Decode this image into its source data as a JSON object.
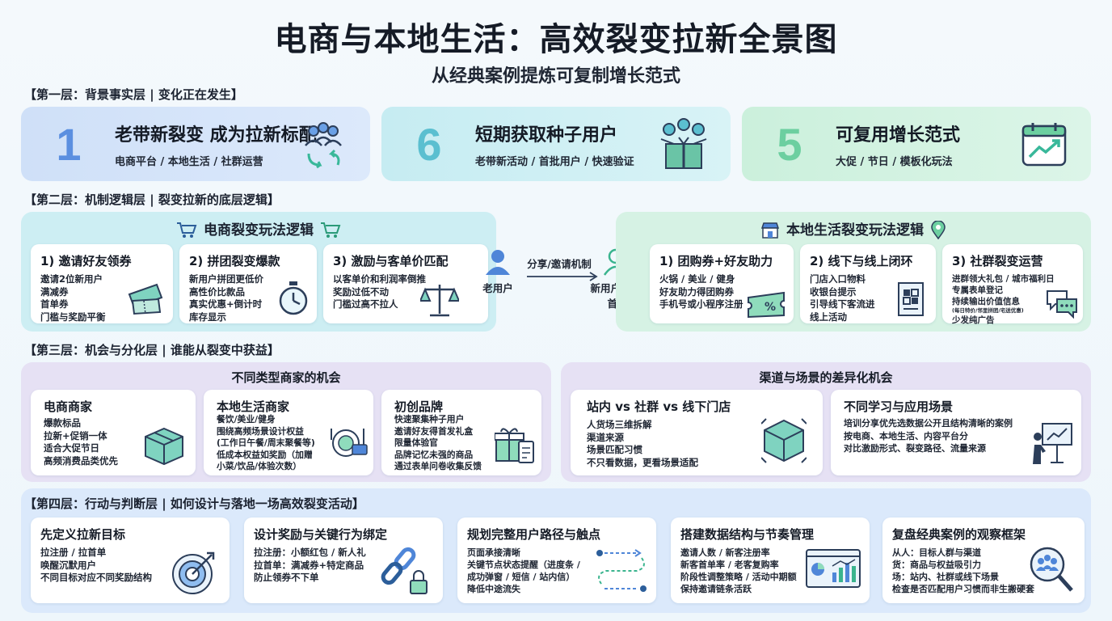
{
  "title": "电商与本地生活：高效裂变拉新全景图",
  "subtitle": "从经典案例提炼可复制增长范式",
  "layer1": {
    "label": "【第一层：背景事实层 | 变化正在发生】",
    "cards": [
      {
        "num": "1",
        "title": "老带新裂变 成为拉新标配",
        "sub": "电商平台 / 本地生活 / 社群运营",
        "icon": "users-cycle-icon"
      },
      {
        "num": "6",
        "title": "短期获取种子用户",
        "sub": "老带新活动 / 首批用户 / 快速验证",
        "icon": "gift-box-users-icon"
      },
      {
        "num": "5",
        "title": "可复用增长范式",
        "sub": "大促 / 节日 / 模板化玩法",
        "icon": "calendar-growth-icon"
      }
    ]
  },
  "layer2": {
    "label": "【第二层：机制逻辑层 | 裂变拉新的底层逻辑】",
    "ecommerce": {
      "title": "电商裂变玩法逻辑",
      "cards": [
        {
          "title": "1) 邀请好友领券",
          "lines": [
            "邀请2位新用户",
            "满减券",
            "首单券",
            "门槛与奖励平衡"
          ],
          "icon": "coupon-icon"
        },
        {
          "title": "2) 拼团裂变爆款",
          "lines": [
            "新用户拼团更低价",
            "高性价比款品",
            "真实优惠+倒计时",
            "库存显示"
          ],
          "icon": "stopwatch-icon"
        },
        {
          "title": "3) 激励与客单价匹配",
          "lines": [
            "以客单价和利润率倒推",
            "奖励过低不动",
            "门槛过高不拉人"
          ],
          "icon": "balance-scale-icon"
        }
      ]
    },
    "flow": {
      "left": "老用户",
      "arrow": "分享/邀请机制",
      "right_1": "新用户注册/",
      "right_2": "首单"
    },
    "local": {
      "title": "本地生活裂变玩法逻辑",
      "cards": [
        {
          "title": "1) 团购券+好友助力",
          "lines": [
            "火锅 / 美业 / 健身",
            "好友助力得团购券",
            "手机号或小程序注册"
          ],
          "icon": "discount-ticket-icon"
        },
        {
          "title": "2) 线下与线上闭环",
          "lines": [
            "门店入口物料",
            "收银台提示",
            "引导线下客流进",
            "线上活动"
          ],
          "icon": "qr-receipt-icon"
        },
        {
          "title": "3) 社群裂变运营",
          "lines": [
            "进群领大礼包 / 城市福利日",
            "专属表单登记",
            "持续输出价值信息"
          ],
          "small": "(每日特价/邻里拼团/宅送优惠)",
          "last": "少发纯广告",
          "icon": "chat-bubbles-icon"
        }
      ]
    }
  },
  "layer3": {
    "label": "【第三层：机会与分化层 | 谁能从裂变中获益】",
    "left_title": "不同类型商家的机会",
    "right_title": "渠道与场景的差异化机会",
    "cards": [
      {
        "title": "电商商家",
        "lines": [
          "爆款标品",
          "拉新+促销一体",
          "适合大促节日",
          "高频消费品类优先"
        ],
        "icon": "package-icon"
      },
      {
        "title": "本地生活商家",
        "lines": [
          "餐饮/美业/健身",
          "围绕高频场景设计权益",
          "(工作日午餐/周末聚餐等)",
          "低成本权益如奖励（加赠",
          "小菜/饮品/体验次数）"
        ],
        "icon": "dining-card-icon"
      },
      {
        "title": "初创品牌",
        "lines": [
          "快速聚集种子用户",
          "邀请好友得首发礼盒",
          "限量体验官",
          "品牌记忆未强的商品",
          "通过表单问卷收集反馈"
        ],
        "icon": "gift-clipboard-icon"
      },
      {
        "title": "站内 vs 社群 vs 线下门店",
        "lines": [
          "人货场三维拆解",
          "渠道来源",
          "场景匹配习惯",
          "不只看数据，更看场景适配"
        ],
        "icon": "cube-icon"
      },
      {
        "title": "不同学习与应用场景",
        "lines": [
          "培训分享优先选数据公开且结构清晰的案例",
          "按电商、本地生活、内容平台分",
          "对比激励形式、裂变路径、流量来源"
        ],
        "icon": "presentation-icon"
      }
    ]
  },
  "layer4": {
    "label": "【第四层：行动与判断层 | 如何设计与落地一场高效裂变活动】",
    "cards": [
      {
        "title": "先定义拉新目标",
        "lines": [
          "拉注册 / 拉首单",
          "唤醒沉默用户",
          "不同目标对应不同奖励结构"
        ],
        "icon": "target-icon"
      },
      {
        "title": "设计奖励与关键行为绑定",
        "lines": [
          "拉注册：小额红包 / 新人礼",
          "拉首单：满减券+特定商品",
          "防止领券不下单"
        ],
        "icon": "chain-lock-icon"
      },
      {
        "title": "规划完整用户路径与触点",
        "lines": [
          "页面承接清晰",
          "关键节点状态提醒（进度条 /",
          "成功弹窗 / 短信 / 站内信）",
          "降低中途流失"
        ],
        "icon": "path-flow-icon"
      },
      {
        "title": "搭建数据结构与节奏管理",
        "lines": [
          "邀请人数 / 新客注册率",
          "新客首单率 / 老客复购率",
          "阶段性调整策略 / 活动中期额",
          "保持邀请链条活跃"
        ],
        "icon": "dashboard-icon"
      },
      {
        "title": "复盘经典案例的观察框架",
        "lines": [
          "从人：目标人群与渠道",
          "货：商品与权益吸引力",
          "场：站内、社群或线下场景",
          "检查是否匹配用户习惯而非生搬硬套"
        ],
        "icon": "magnifier-users-icon"
      }
    ]
  },
  "colors": {
    "blue_num": "#5b8fe0",
    "teal_num": "#5bbfd0",
    "green_num": "#6ccfa0",
    "teal_panel": "#cdeef3",
    "green_panel": "#d6f2e4",
    "lavender_panel": "#e6e1f4",
    "blue_panel": "#dbe9fb"
  }
}
